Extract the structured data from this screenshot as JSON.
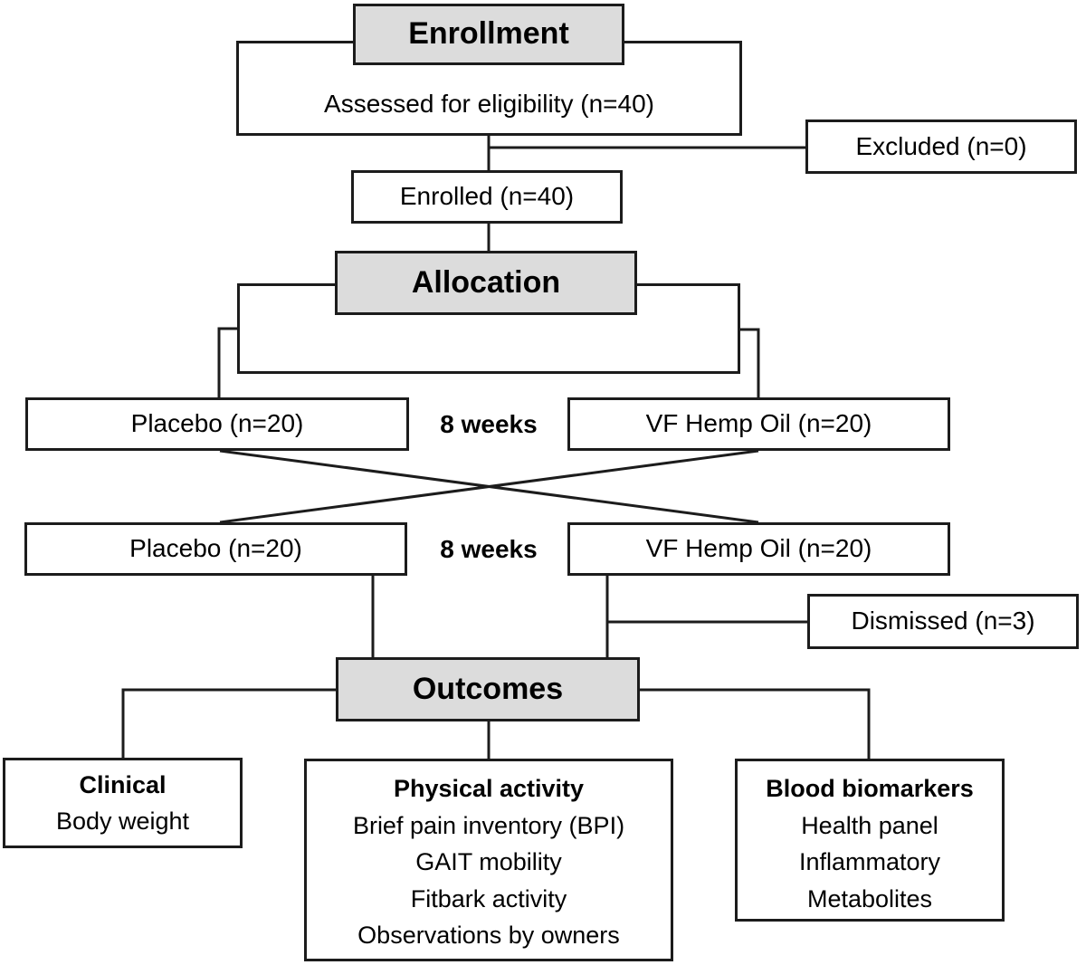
{
  "diagram": {
    "headers": {
      "enrollment": "Enrollment",
      "allocation": "Allocation",
      "outcomes": "Outcomes"
    },
    "boxes": {
      "assessed": "Assessed for eligibility (n=40)",
      "excluded": "Excluded (n=0)",
      "enrolled": "Enrolled (n=40)",
      "placebo_period1": "Placebo (n=20)",
      "vf_hemp_oil_period1": "VF Hemp Oil (n=20)",
      "duration_period1": "8 weeks",
      "placebo_period2": "Placebo (n=20)",
      "vf_hemp_oil_period2": "VF Hemp Oil (n=20)",
      "duration_period2": "8 weeks",
      "dismissed": "Dismissed (n=3)"
    },
    "outcome_groups": [
      {
        "title": "Clinical",
        "items": [
          "Body weight"
        ]
      },
      {
        "title": "Physical activity",
        "items": [
          "Brief pain inventory (BPI)",
          "GAIT mobility",
          "Fitbark activity",
          "Observations by owners"
        ]
      },
      {
        "title": "Blood biomarkers",
        "items": [
          "Health panel",
          "Inflammatory",
          "Metabolites"
        ]
      }
    ],
    "colors": {
      "header_fill": "#dcdcdc",
      "box_fill": "#ffffff",
      "border": "#1c1c1c"
    }
  }
}
